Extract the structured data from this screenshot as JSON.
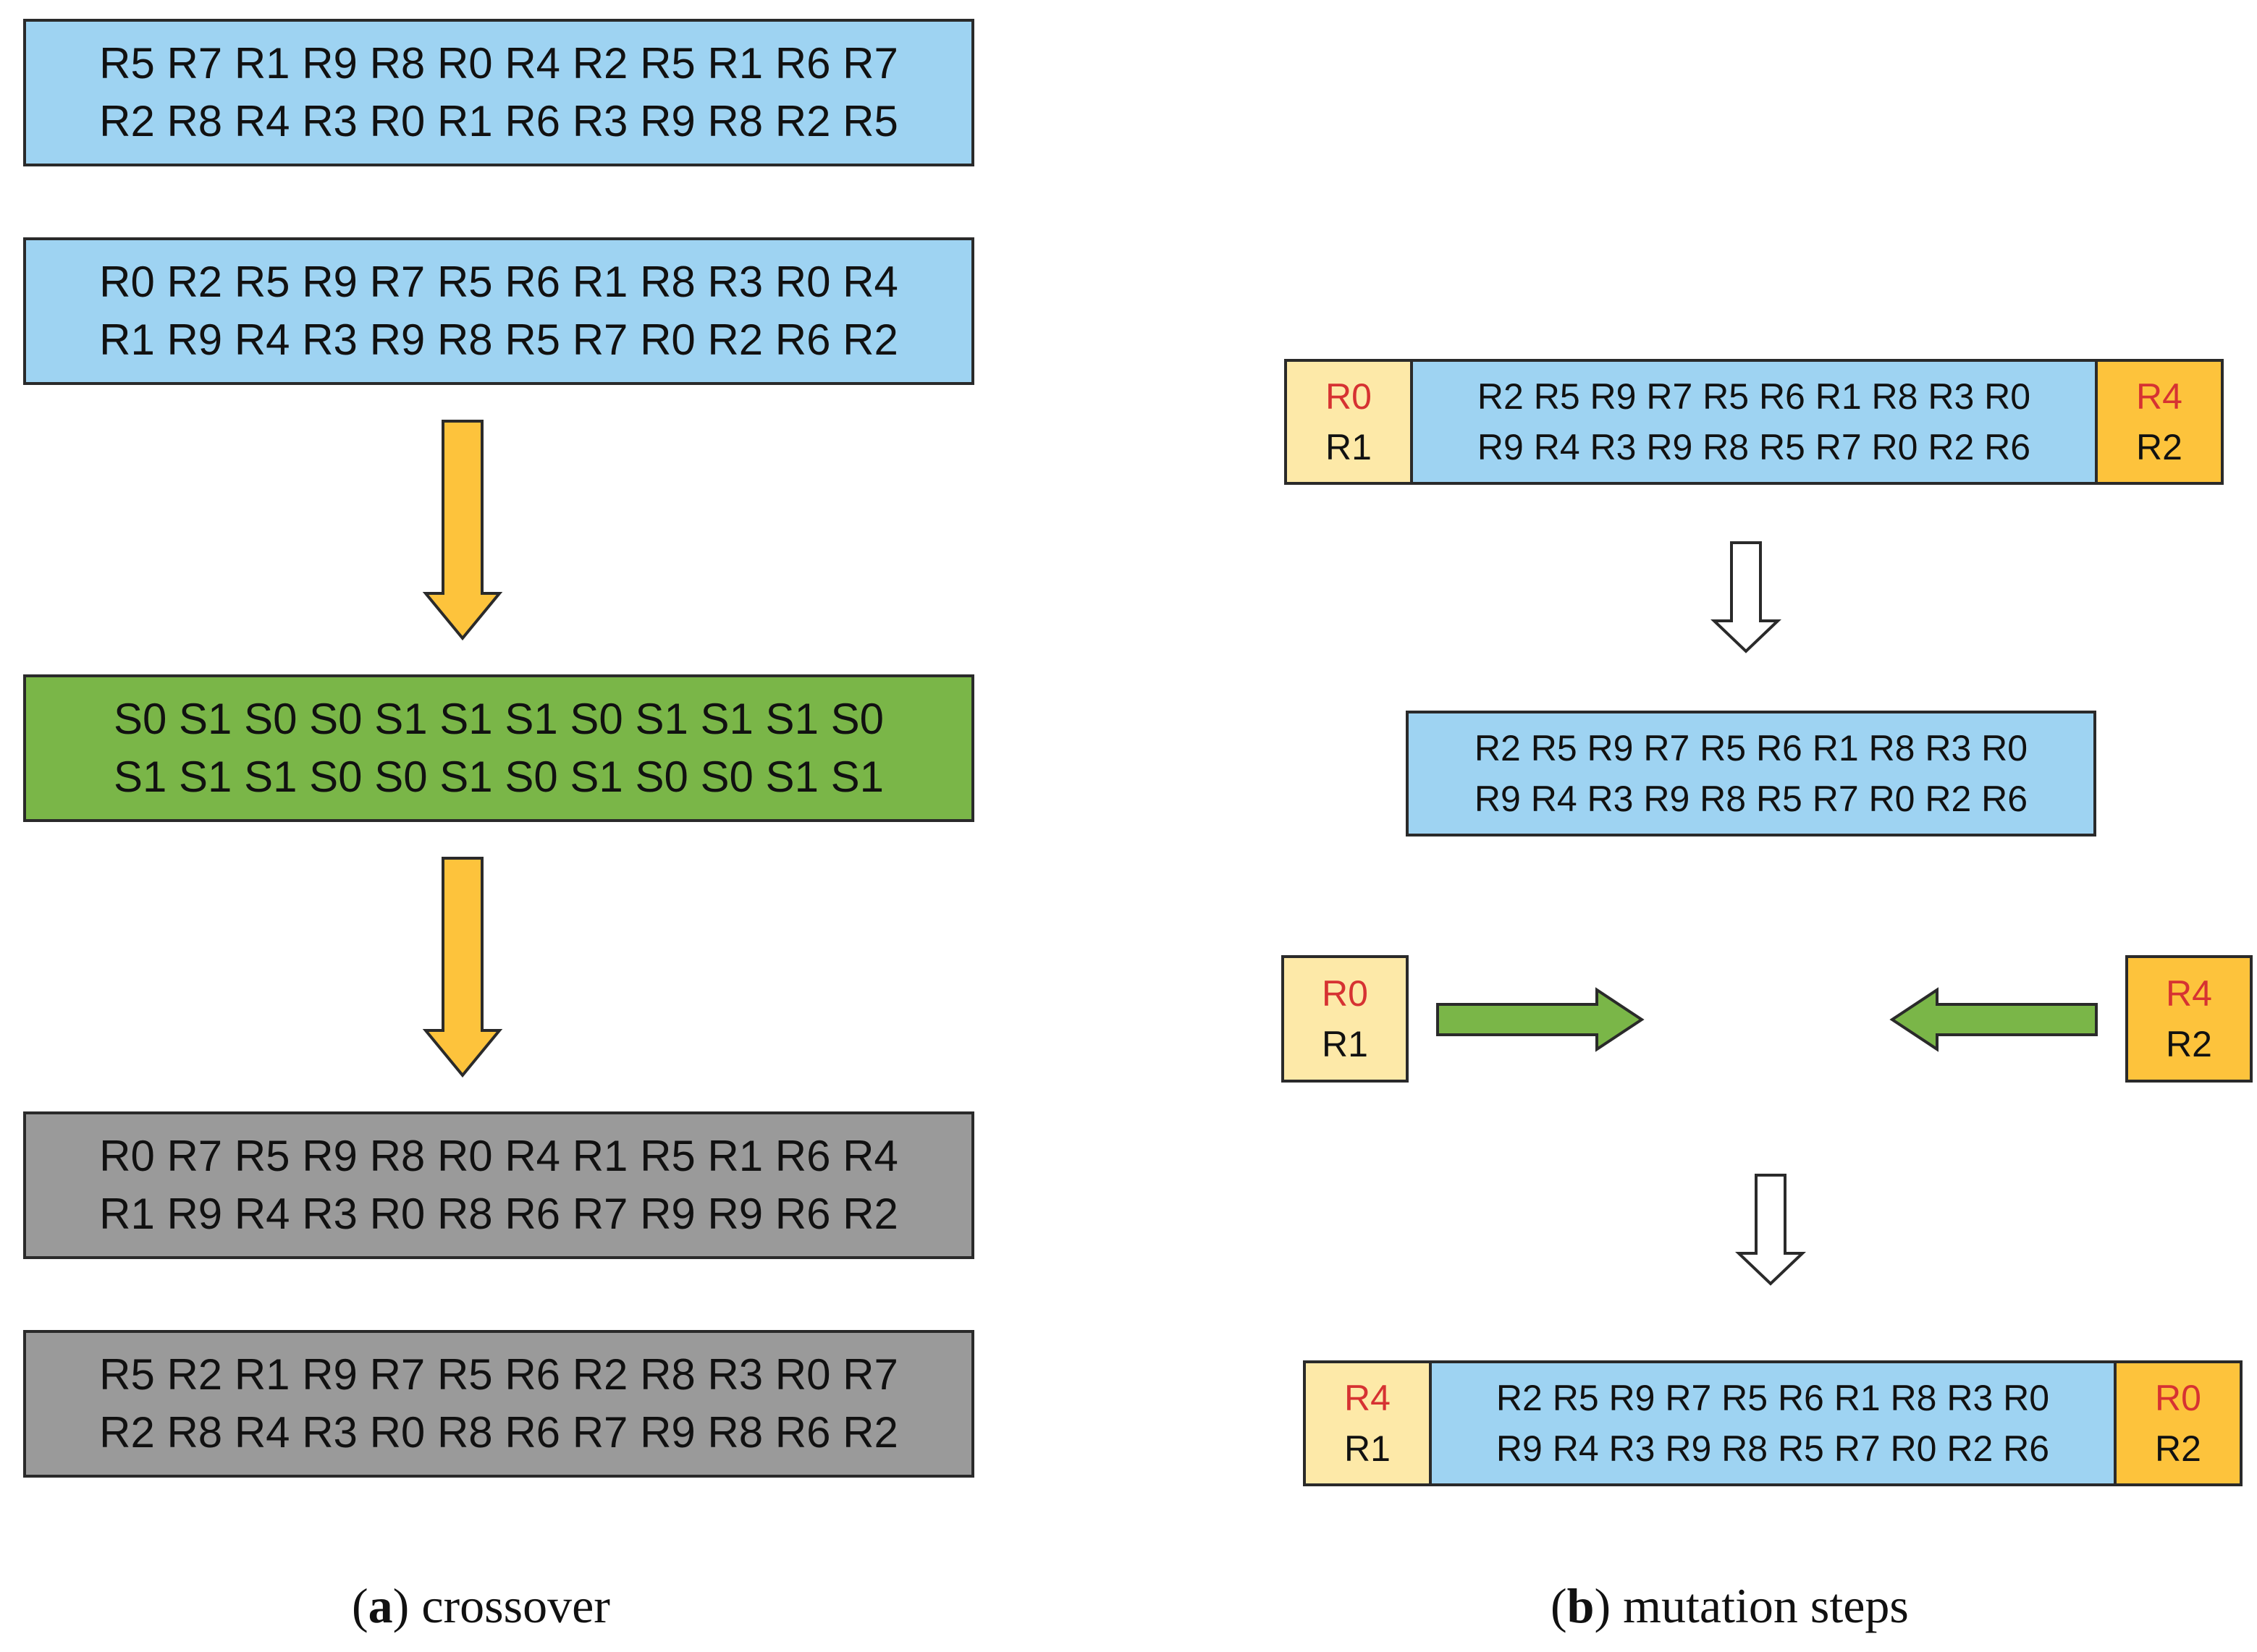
{
  "crossover": {
    "parent1": [
      "R5 R7 R1 R9 R8 R0 R4 R2 R5 R1 R6 R7",
      "R2 R8 R4 R3 R0 R1 R6 R3 R9 R8 R2 R5"
    ],
    "parent2": [
      "R0 R2 R5 R9 R7 R5 R6 R1 R8 R3 R0 R4",
      "R1 R9 R4 R3 R9 R8 R5 R7 R0 R2 R6 R2"
    ],
    "mask": [
      "S0 S1 S0 S0 S1 S1 S1 S0 S1 S1 S1 S0",
      "S1 S1 S1 S0 S0 S1 S0 S1 S0 S0 S1 S1"
    ],
    "child1": [
      "R0 R7 R5 R9 R8 R0 R4 R1 R5 R1 R6 R4",
      "R1 R9 R4 R3 R0 R8 R6 R7 R9 R9 R6 R2"
    ],
    "child2": [
      "R5 R2 R1 R9 R7 R5 R6 R2 R8 R3 R0 R7",
      "R2 R8 R4 R3 R0 R8 R6 R7 R9 R8 R6 R2"
    ],
    "caption_letter": "a",
    "caption_text": "crossover",
    "colors": {
      "parent": "#9ed3f2",
      "mask": "#7ab648",
      "child": "#9a9a9a",
      "arrow": "#fdc33c"
    }
  },
  "mutation": {
    "step1": {
      "left": [
        "R0",
        "R1"
      ],
      "middle": [
        "R2 R5 R9 R7 R5 R6 R1 R8 R3 R0",
        "R9 R4 R3 R9 R8 R5 R7 R0 R2 R6"
      ],
      "right": [
        "R4",
        "R2"
      ]
    },
    "step2": {
      "middle": [
        "R2 R5 R9 R7 R5 R6 R1 R8 R3 R0",
        "R9 R4 R3 R9 R8 R5 R7 R0 R2 R6"
      ]
    },
    "step3": {
      "left": [
        "R0",
        "R1"
      ],
      "right": [
        "R4",
        "R2"
      ]
    },
    "step4": {
      "left": [
        "R4",
        "R1"
      ],
      "middle": [
        "R2 R5 R9 R7 R5 R6 R1 R8 R3 R0",
        "R9 R4 R3 R9 R8 R5 R7 R0 R2 R6"
      ],
      "right": [
        "R0",
        "R2"
      ]
    },
    "caption_letter": "b",
    "caption_text": "mutation steps",
    "colors": {
      "left_segment": "#fde9a8",
      "right_segment": "#fdc33c",
      "highlight_text": "#d63232",
      "swap_arrow": "#7ab648"
    }
  }
}
